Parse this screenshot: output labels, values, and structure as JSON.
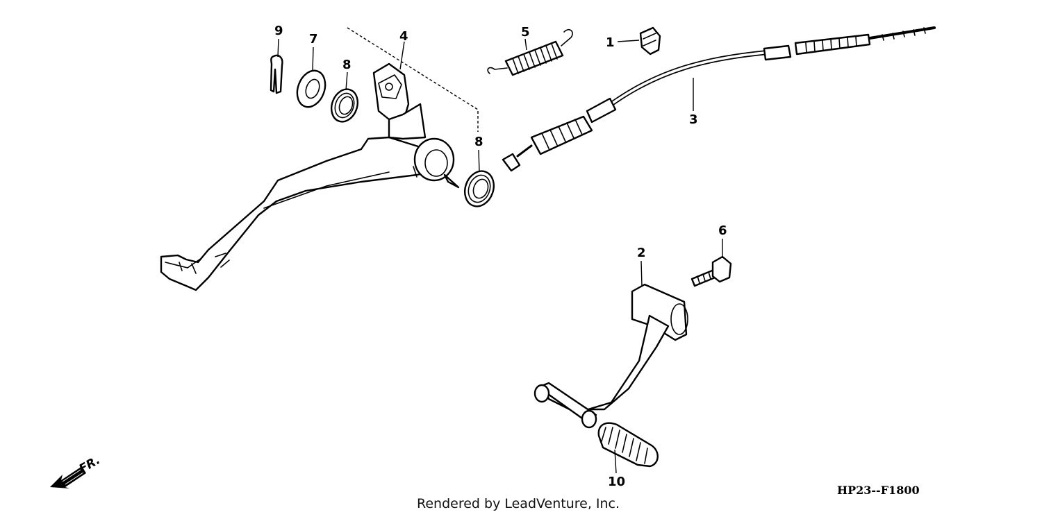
{
  "diagram": {
    "callouts": {
      "c1": "1",
      "c2": "2",
      "c3": "3",
      "c4": "4",
      "c5": "5",
      "c6": "6",
      "c7": "7",
      "c8a": "8",
      "c8b": "8",
      "c9": "9",
      "c10": "10"
    },
    "direction_label": "FR.",
    "diagram_code": "HP23--F1800",
    "credit": "Rendered by LeadVenture, Inc."
  }
}
